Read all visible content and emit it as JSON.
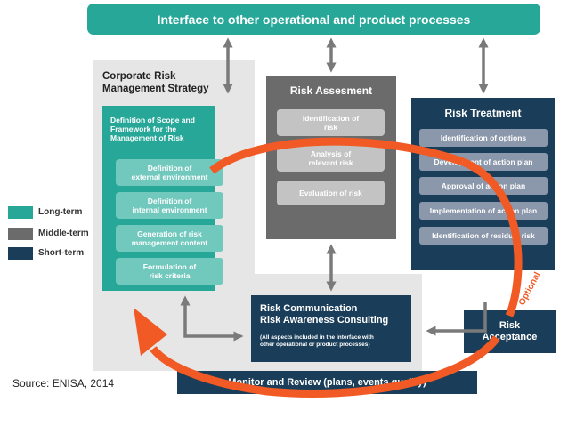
{
  "top_banner": "Interface to other operational and product processes",
  "corporate": {
    "title_line1": "Corporate Risk",
    "title_line2": "Management Strategy",
    "scope_line1": "Definition of Scope and",
    "scope_line2": "Framework for the",
    "scope_line3": "Management of Risk",
    "items": [
      {
        "line1": "Definition of",
        "line2": "external environment"
      },
      {
        "line1": "Definition of",
        "line2": "internal environment"
      },
      {
        "line1": "Generation of risk",
        "line2": "management content"
      },
      {
        "line1": "Formulation of",
        "line2": "risk criteria"
      }
    ]
  },
  "assessment": {
    "title": "Risk Assesment",
    "items": [
      {
        "line1": "Identification of",
        "line2": "risk"
      },
      {
        "line1": "Analysis of",
        "line2": "relevant risk"
      },
      {
        "line1": "Evaluation of risk",
        "line2": ""
      }
    ]
  },
  "treatment": {
    "title": "Risk Treatment",
    "items": [
      "Identification of options",
      "Development of action plan",
      "Approval of action plan",
      "Implementation of action plan",
      "Identification of residual risk"
    ]
  },
  "legend": [
    {
      "label": "Long-term",
      "color": "#27a798"
    },
    {
      "label": "Middle-term",
      "color": "#6b6b6b"
    },
    {
      "label": "Short-term",
      "color": "#1a3e59"
    }
  ],
  "communication": {
    "line1": "Risk Communication",
    "line2": "Risk Awareness Consulting",
    "note1": "(All aspects included in the interface with",
    "note2": "other operational or product processes)"
  },
  "acceptance": {
    "line1": "Risk",
    "line2": "Acceptance"
  },
  "optional_label": "Optional",
  "monitor": "Monitor and Review (plans, events quality)",
  "source": "Source: ENISA, 2014",
  "colors": {
    "teal": "#27a798",
    "gray": "#6b6b6b",
    "navy": "#1a3e59",
    "orange": "#f15a24"
  }
}
